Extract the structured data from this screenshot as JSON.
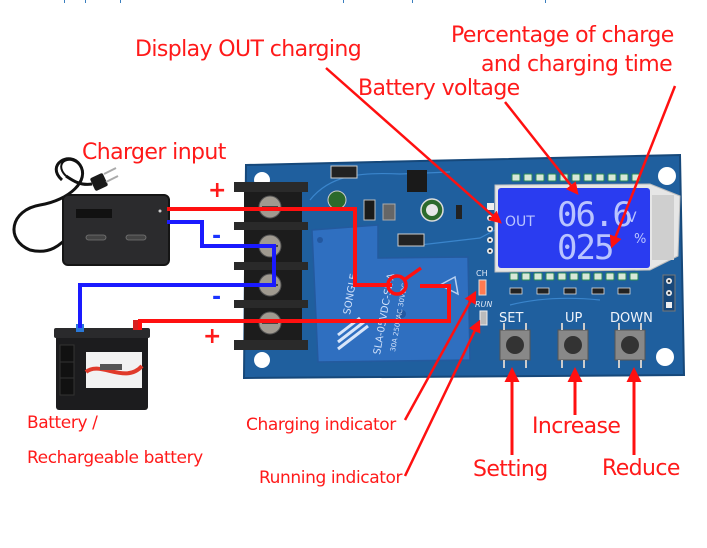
{
  "labels": {
    "display_out": "Display OUT charging",
    "percentage_line1": "Percentage of charge",
    "percentage_line2": "and charging time",
    "battery_voltage": "Battery voltage",
    "charger_input": "Charger input",
    "battery_line1": "Battery /",
    "battery_line2": "Rechargeable battery",
    "charging_indicator": "Charging indicator",
    "running_indicator": "Running indicator",
    "setting": "Setting",
    "increase": "Increase",
    "reduce": "Reduce"
  },
  "terminals": {
    "plus_top": "+",
    "minus_1": "-",
    "minus_2": "-",
    "plus_bottom": "+"
  },
  "lcd": {
    "out_text": "OUT",
    "voltage_value": "06.6",
    "voltage_unit": "V",
    "percent_value": "025",
    "percent_unit": "%"
  },
  "board": {
    "buttons": [
      "SET",
      "UP",
      "DOWN"
    ],
    "led_ch": "CH",
    "led_run": "RUN",
    "relay_brand": "SONGLE",
    "relay_model": "SLA-05VDC-SL-A",
    "relay_rating": "30A 250VAC 30VDC"
  },
  "colors": {
    "label_red": "#ff1a1a",
    "wire_red": "#ff1010",
    "wire_blue": "#1a1aff",
    "pcb_blue": "#1f5f9e",
    "relay_blue": "#2f6fc0",
    "lcd_blue": "#2a3cf0",
    "lcd_segment": "#b9c4ff"
  }
}
